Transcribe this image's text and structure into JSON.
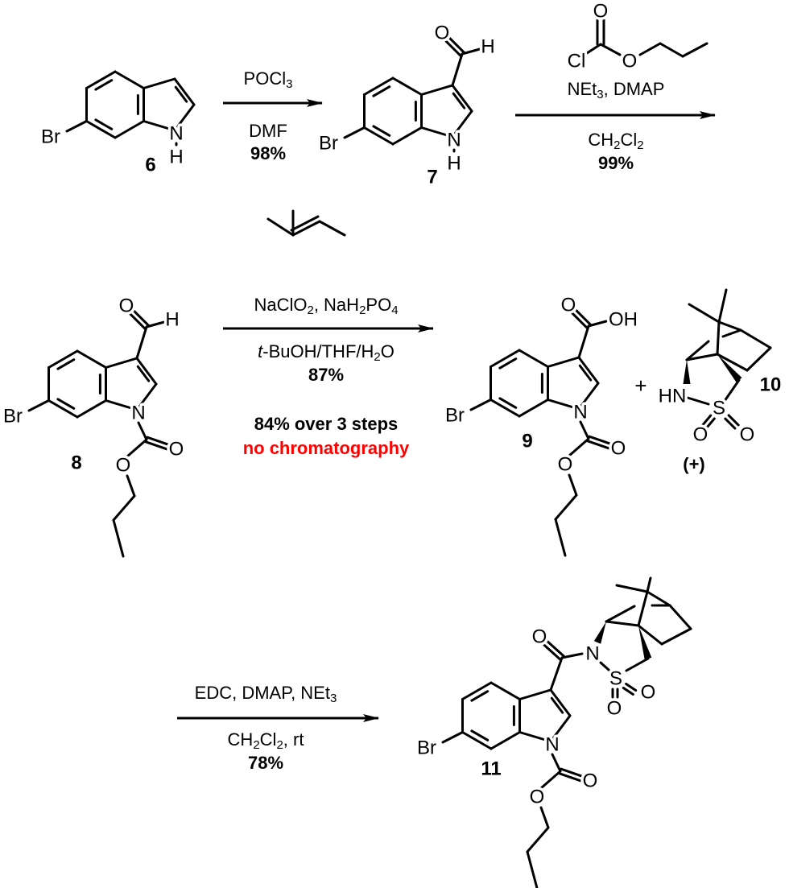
{
  "atoms": {
    "Br": "Br",
    "N": "N",
    "H": "H",
    "O": "O",
    "OH": "OH",
    "HN": "HN",
    "S": "S",
    "Cl": "Cl"
  },
  "compounds": {
    "c6": "6",
    "c7": "7",
    "c8": "8",
    "c9": "9",
    "c10": "10",
    "c11": "11",
    "c10_sign": "(+)"
  },
  "plus": "+",
  "step1": {
    "reagent": "POCl3",
    "solvent": "DMF",
    "yield": "98%"
  },
  "step2": {
    "reagent": "NEt3, DMAP",
    "solvent": "CH2Cl2",
    "yield": "99%"
  },
  "step3": {
    "reagent": "NaClO2, NaH2PO4",
    "solvent": "t-BuOH/THF/H2O",
    "yield": "87%",
    "overall": "84% over 3 steps",
    "note": "no chromatography"
  },
  "step4": {
    "reagent": "EDC, DMAP, NEt3",
    "solvent": "CH2Cl2, rt",
    "yield": "78%"
  },
  "colors": {
    "highlight": "#ff0000",
    "ink": "#000000"
  }
}
